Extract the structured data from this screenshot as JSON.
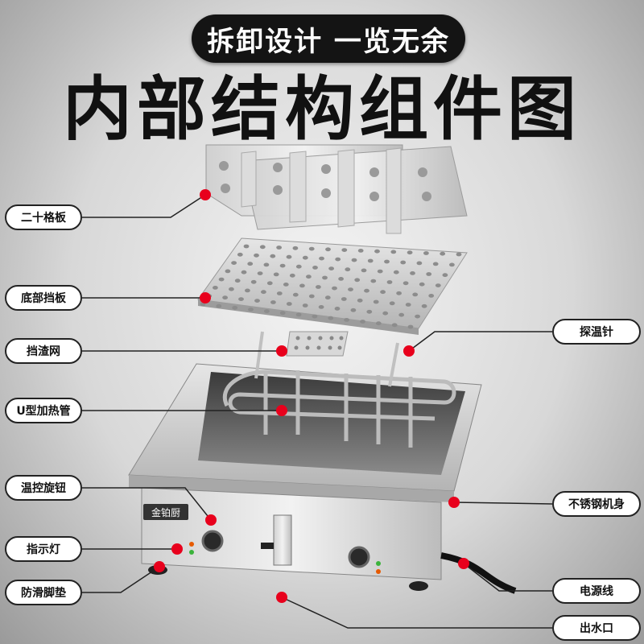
{
  "header": {
    "subtitle": "拆卸设计 一览无余",
    "title": "内部结构组件图"
  },
  "brand_plate": "金铂厨",
  "labels": {
    "grid_plate": "二十格板",
    "bottom_baffle": "底部挡板",
    "residue_net": "挡渣网",
    "heating_tube": "U型加热管",
    "temp_knob": "温控旋钮",
    "indicator_light": "指示灯",
    "anti_slip_pad": "防滑脚垫",
    "temp_probe": "探温针",
    "steel_body": "不锈钢机身",
    "power_cord": "电源线",
    "water_outlet": "出水口"
  },
  "colors": {
    "marker": "#e8001c",
    "title_bg": "#141414",
    "steel": "#c9c9c9"
  }
}
